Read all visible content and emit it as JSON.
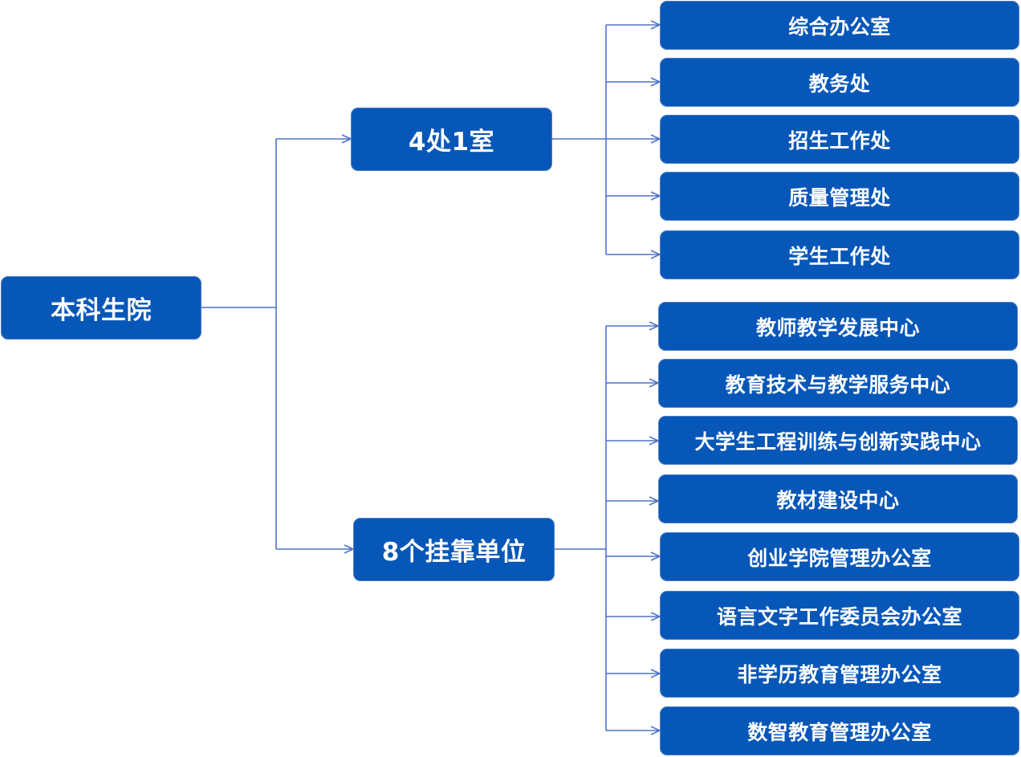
{
  "colors": {
    "node_fill": "#0757b8",
    "connector": "#4f73c9",
    "text": "#ffffff"
  },
  "root": {
    "label": "本科生院"
  },
  "groups": [
    {
      "label": "4处1室",
      "children": [
        "综合办公室",
        "教务处",
        "招生工作处",
        "质量管理处",
        "学生工作处"
      ]
    },
    {
      "label": "8个挂靠单位",
      "children": [
        "教师教学发展中心",
        "教育技术与教学服务中心",
        "大学生工程训练与创新实践中心",
        "教材建设中心",
        "创业学院管理办公室",
        "语言文字工作委员会办公室",
        "非学历教育管理办公室",
        "数智教育管理办公室"
      ]
    }
  ]
}
